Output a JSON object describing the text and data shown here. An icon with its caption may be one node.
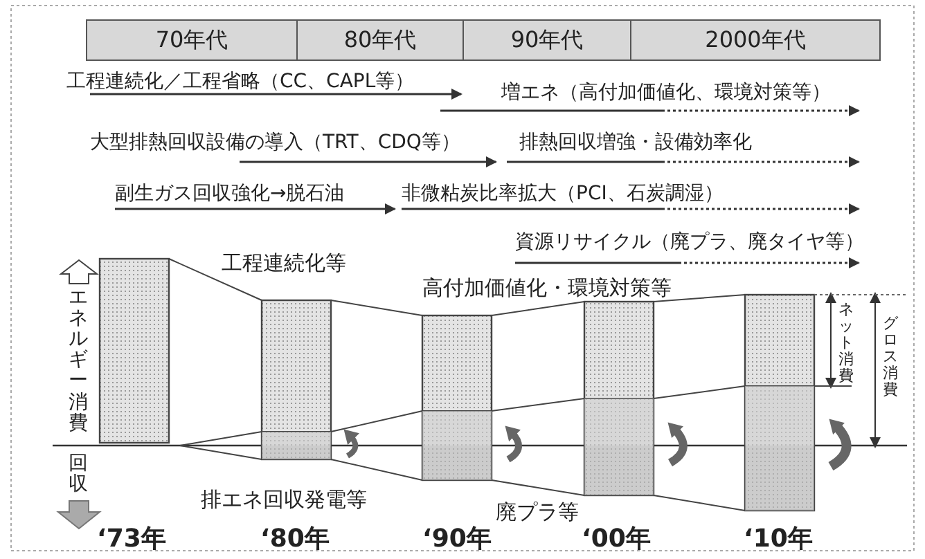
{
  "diagram": {
    "labels": [
      "70年代",
      "80年代",
      "90年代",
      "2000年代",
      "工程連続化／工程省略（CC、CAPL等）",
      "増エネ（高付加価値化、環境対策等）",
      "大型排熱回収設備の導入（TRT、CDQ等）",
      "排熱回収増強・設備効率化",
      "副生ガス回収強化→脱石油",
      "非微粘炭比率拡大（PCI、石炭調湿）",
      "資源リサイクル（廃プラ、廃タイヤ等）",
      "エネルギー消費",
      "工程連続化等",
      "高付加価値化・環境対策等",
      "ネット消費",
      "グロス消費",
      "回収",
      "排エネ回収発電等",
      "廃プラ等",
      "‘73年",
      "‘80年",
      "‘90年",
      "‘00年",
      "‘10年"
    ]
  }
}
